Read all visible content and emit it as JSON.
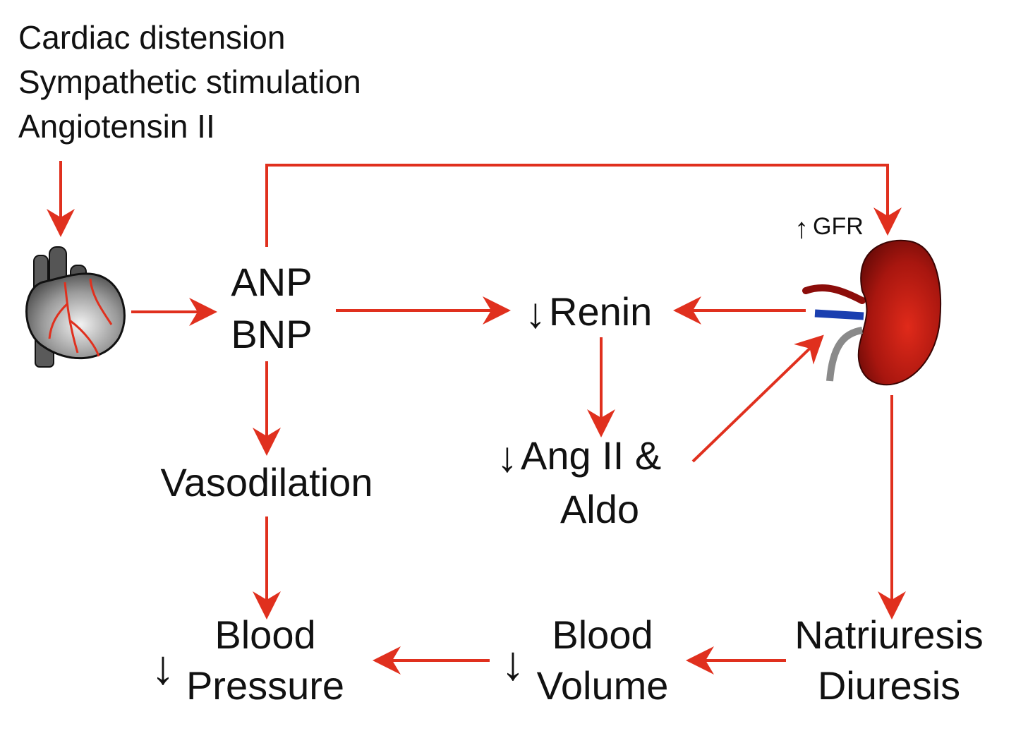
{
  "triggers": [
    "Cardiac distension",
    "Sympathetic stimulation",
    "Angiotensin II"
  ],
  "peptides": {
    "line1": "ANP",
    "line2": "BNP"
  },
  "renin": "Renin",
  "ang_aldo": {
    "line1": "Ang II &",
    "line2": "Aldo"
  },
  "gfr": "GFR",
  "vasodilation": "Vasodilation",
  "blood_pressure": {
    "line1": "Blood",
    "line2": "Pressure"
  },
  "blood_volume": {
    "line1": "Blood",
    "line2": "Volume"
  },
  "natriuresis": {
    "line1": "Natriuresis",
    "line2": "Diuresis"
  },
  "icons": {
    "heart": "heart-icon",
    "kidney": "kidney-icon"
  },
  "colors": {
    "arrow": "#e0301e",
    "kidney": "#a8160f",
    "renal_vein": "#1a3fb0",
    "ureter": "#8a8a8a",
    "heart": "#6e6e6e"
  }
}
